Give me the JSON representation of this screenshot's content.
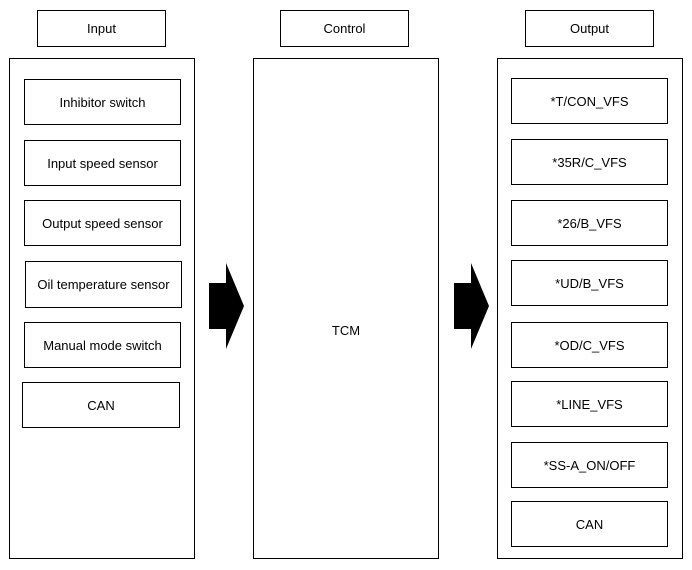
{
  "headers": {
    "input": "Input",
    "control": "Control",
    "output": "Output"
  },
  "input_items": [
    "Inhibitor switch",
    "Input speed sensor",
    "Output speed sensor",
    "Oil temperature sensor",
    "Manual mode switch",
    "CAN"
  ],
  "control": {
    "label": "TCM"
  },
  "output_items": [
    "*T/CON_VFS",
    "*35R/C_VFS",
    "*26/B_VFS",
    "*UD/B_VFS",
    "*OD/C_VFS",
    "*LINE_VFS",
    "*SS-A_ON/OFF",
    "CAN"
  ],
  "colors": {
    "stroke": "#000000",
    "background": "#ffffff",
    "arrow_fill": "#000000"
  }
}
